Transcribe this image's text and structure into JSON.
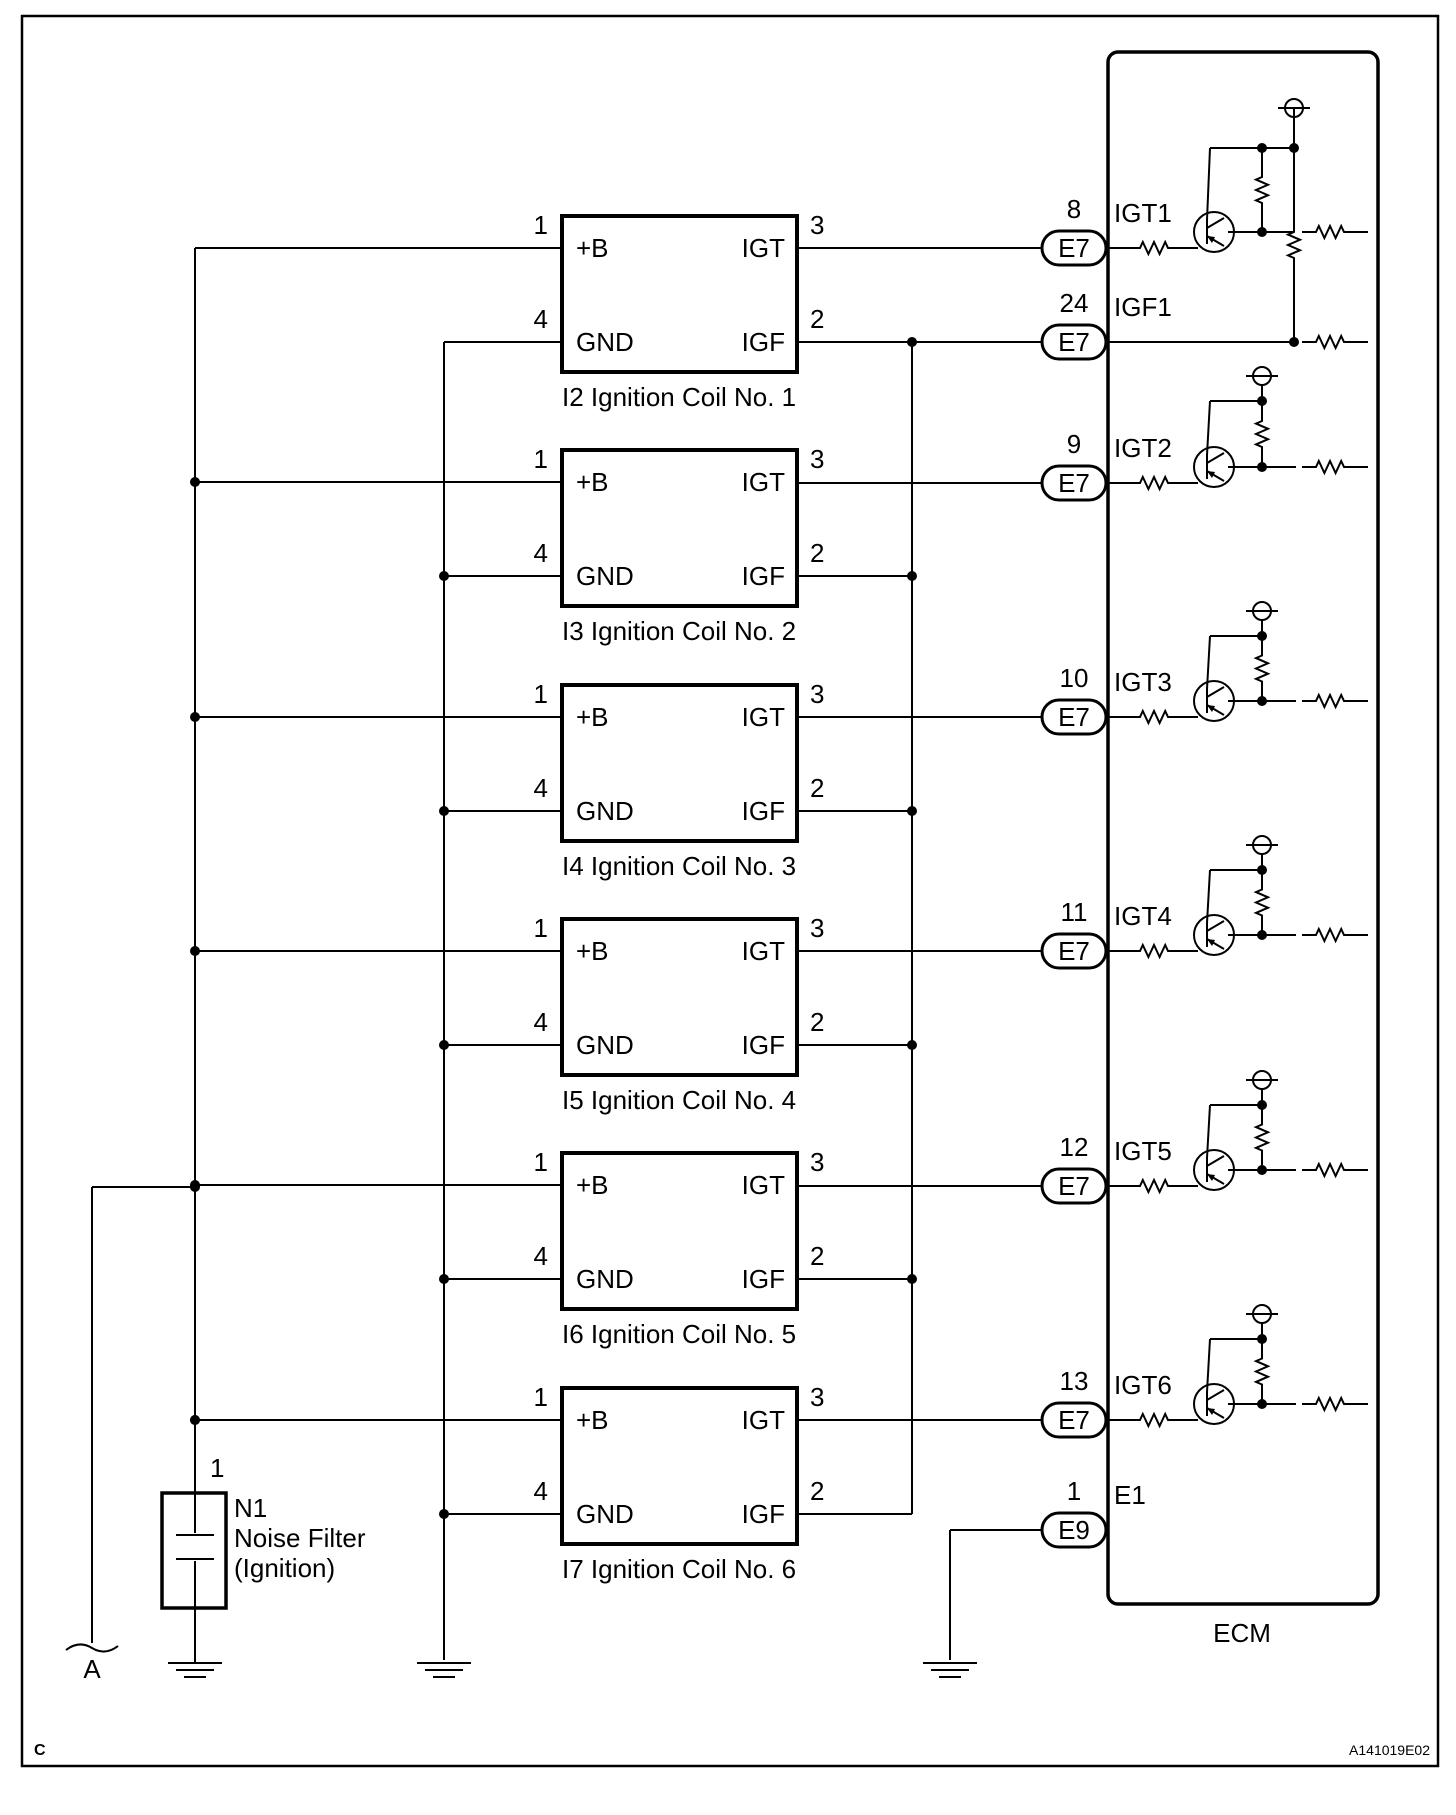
{
  "corner_letter": "C",
  "figure_code": "A141019E02",
  "ecm_label": "ECM",
  "branch_label": "A",
  "coil_terminals": {
    "plus_b": "+B",
    "gnd": "GND",
    "igt": "IGT",
    "igf": "IGF",
    "pin_plus_b": "1",
    "pin_gnd": "4",
    "pin_igt": "3",
    "pin_igf": "2"
  },
  "coils": [
    {
      "caption": "I2 Ignition Coil No. 1"
    },
    {
      "caption": "I3 Ignition Coil No. 2"
    },
    {
      "caption": "I4 Ignition Coil No. 3"
    },
    {
      "caption": "I5 Ignition Coil No. 4"
    },
    {
      "caption": "I6 Ignition Coil No. 5"
    },
    {
      "caption": "I7 Ignition Coil No. 6"
    }
  ],
  "ecm_terminals": [
    {
      "pin": "8",
      "connector": "E7",
      "signal": "IGT1"
    },
    {
      "pin": "24",
      "connector": "E7",
      "signal": "IGF1"
    },
    {
      "pin": "9",
      "connector": "E7",
      "signal": "IGT2"
    },
    {
      "pin": "10",
      "connector": "E7",
      "signal": "IGT3"
    },
    {
      "pin": "11",
      "connector": "E7",
      "signal": "IGT4"
    },
    {
      "pin": "12",
      "connector": "E7",
      "signal": "IGT5"
    },
    {
      "pin": "13",
      "connector": "E7",
      "signal": "IGT6"
    },
    {
      "pin": "1",
      "connector": "E9",
      "signal": "E1"
    }
  ],
  "noise_filter": {
    "pin": "1",
    "line1": "N1",
    "line2": "Noise Filter",
    "line3": "(Ignition)"
  }
}
